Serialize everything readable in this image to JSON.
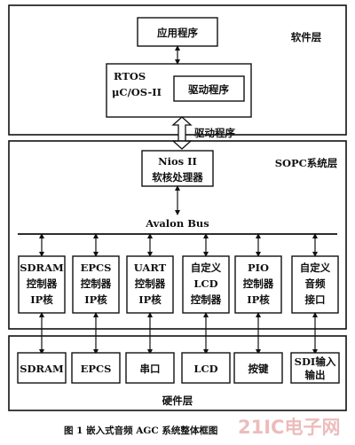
{
  "software_layer": {
    "label": "软件层",
    "app_box": "应用程序",
    "rtos_line1": "RTOS",
    "rtos_line2": "μC/OS-II",
    "driver_box": "驱动程序"
  },
  "driver_link_label": "驱动程序",
  "sopc_layer": {
    "label": "SOPC系统层",
    "cpu_line1": "Nios II",
    "cpu_line2": "软核处理器",
    "bus_label": "Avalon Bus",
    "modules": [
      {
        "lines": [
          "SDRAM",
          "控制器",
          "IP核"
        ]
      },
      {
        "lines": [
          "EPCS",
          "控制器",
          "IP核"
        ]
      },
      {
        "lines": [
          "UART",
          "控制器",
          "IP核"
        ]
      },
      {
        "lines": [
          "自定义",
          "LCD",
          "控制器"
        ]
      },
      {
        "lines": [
          "PIO",
          "控制器",
          "IP核"
        ]
      },
      {
        "lines": [
          "自定义",
          "音频",
          "接口"
        ]
      }
    ]
  },
  "hardware_layer": {
    "label": "硬件层",
    "devices": [
      {
        "lines": [
          "SDRAM"
        ]
      },
      {
        "lines": [
          "EPCS"
        ]
      },
      {
        "lines": [
          "串口"
        ]
      },
      {
        "lines": [
          "LCD"
        ]
      },
      {
        "lines": [
          "按键"
        ]
      },
      {
        "lines": [
          "SDI输入",
          "输出"
        ]
      }
    ]
  },
  "figure_caption": "图 1   嵌入式音频 AGC 系统整体框图",
  "watermark": "21IC电子网"
}
